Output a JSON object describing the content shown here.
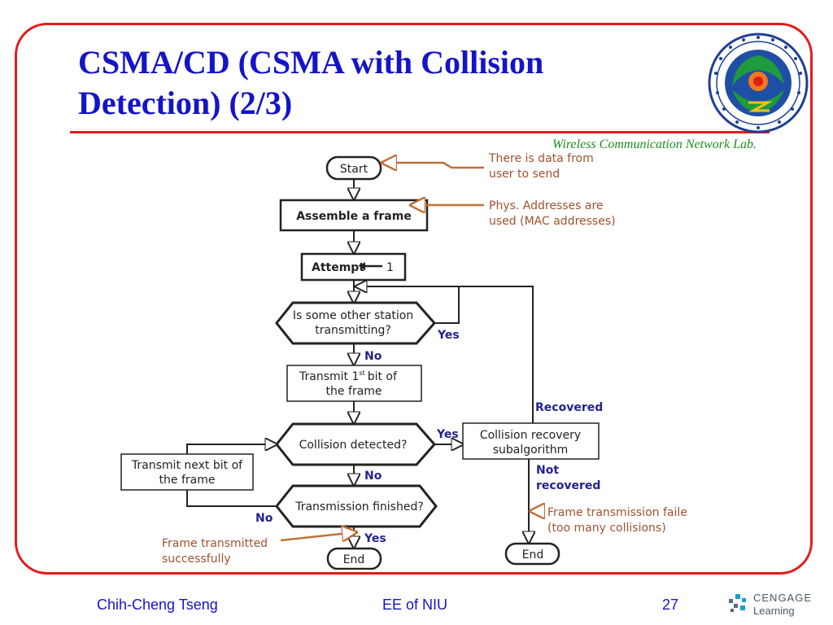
{
  "slide": {
    "title_line1": "CSMA/CD (CSMA with Collision",
    "title_line2": "Detection) (2/3)",
    "lab_name": "Wireless Communication Network Lab."
  },
  "flowchart": {
    "start": "Start",
    "assemble": "Assemble a frame",
    "attempt": "Attempt",
    "attempt_value": "1",
    "station_q_line1": "Is some other station",
    "station_q_line2": "transmitting?",
    "transmit_first_a": "Transmit 1",
    "transmit_first_sup": "st",
    "transmit_first_b": "bit of",
    "transmit_first_line2": "the frame",
    "collision_q": "Collision detected?",
    "next_bit_line1": "Transmit next bit of",
    "next_bit_line2": "the frame",
    "finished_q": "Transmission finished?",
    "recovery_line1": "Collision recovery",
    "recovery_line2": "subalgorithm",
    "end_left": "End",
    "end_right": "End",
    "label_yes_station": "Yes",
    "label_no_station": "No",
    "label_yes_collision": "Yes",
    "label_no_collision": "No",
    "label_no_finished": "No",
    "label_yes_finished": "Yes",
    "label_recovered": "Recovered",
    "label_not_recovered_1": "Not",
    "label_not_recovered_2": "recovered",
    "note_data_1": "There is data from",
    "note_data_2": "user to send",
    "note_phys_1": "Phys. Addresses are",
    "note_phys_2": "used (MAC addresses)",
    "note_success_1": "Frame transmitted",
    "note_success_2": "successfully",
    "note_fail_1": "Frame transmission faile",
    "note_fail_2": "(too many collisions)"
  },
  "footer": {
    "author": "Chih-Cheng Tseng",
    "dept": "EE of NIU",
    "page": "27",
    "publisher_line1": "CENGAGE",
    "publisher_line2": "Learning"
  },
  "colors": {
    "accent_red": "#e41b1b",
    "title_blue": "#1414c8",
    "lab_green": "#1a8f1a",
    "note_brown": "#a0522d",
    "label_navy": "#23238e"
  }
}
